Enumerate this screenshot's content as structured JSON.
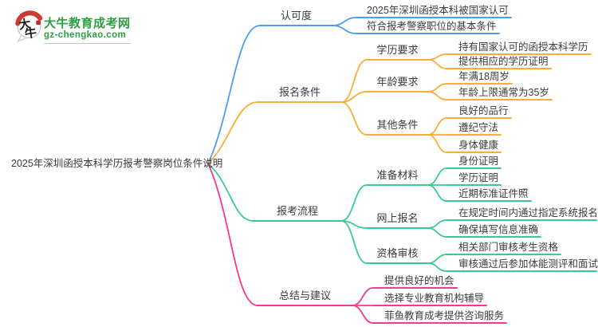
{
  "logo": {
    "title": "大牛教育成考网",
    "domain": "gz-chengkao.com",
    "mark_char_top": "大",
    "mark_char_bottom": "牛",
    "brand_green": "#2E9E43",
    "seal_red": "#CD3A31"
  },
  "colors": {
    "text": "#3C3C3C",
    "branch_recognition": "#4B9EF2",
    "branch_conditions": "#F7AE3B",
    "branch_process": "#3BCB90",
    "branch_summary": "#F13C90"
  },
  "mindmap": {
    "root": {
      "label": "2025年深圳函授本科学历报考警察岗位条件说明"
    },
    "branches": [
      {
        "label": "认可度",
        "color": "#4B9EF2",
        "children": [
          {
            "label": "2025年深圳函授本科被国家认可"
          },
          {
            "label": "符合报考警察职位的基本条件"
          }
        ]
      },
      {
        "label": "报名条件",
        "color": "#F7AE3B",
        "children": [
          {
            "label": "学历要求",
            "children": [
              {
                "label": "持有国家认可的函授本科学历"
              },
              {
                "label": "提供相应的学历证明"
              }
            ]
          },
          {
            "label": "年龄要求",
            "children": [
              {
                "label": "年满18周岁"
              },
              {
                "label": "年龄上限通常为35岁"
              }
            ]
          },
          {
            "label": "其他条件",
            "children": [
              {
                "label": "良好的品行"
              },
              {
                "label": "遵纪守法"
              },
              {
                "label": "身体健康"
              }
            ]
          }
        ]
      },
      {
        "label": "报考流程",
        "color": "#3BCB90",
        "children": [
          {
            "label": "准备材料",
            "children": [
              {
                "label": "身份证明"
              },
              {
                "label": "学历证明"
              },
              {
                "label": "近期标准证件照"
              }
            ]
          },
          {
            "label": "网上报名",
            "children": [
              {
                "label": "在规定时间内通过指定系统报名"
              },
              {
                "label": "确保填写信息准确"
              }
            ]
          },
          {
            "label": "资格审核",
            "children": [
              {
                "label": "相关部门审核考生资格"
              },
              {
                "label": "审核通过后参加体能测评和面试"
              }
            ]
          }
        ]
      },
      {
        "label": "总结与建议",
        "color": "#F13C90",
        "children": [
          {
            "label": "提供良好的机会"
          },
          {
            "label": "选择专业教育机构辅导"
          },
          {
            "label": "菲鱼教育成考提供咨询服务"
          }
        ]
      }
    ]
  }
}
